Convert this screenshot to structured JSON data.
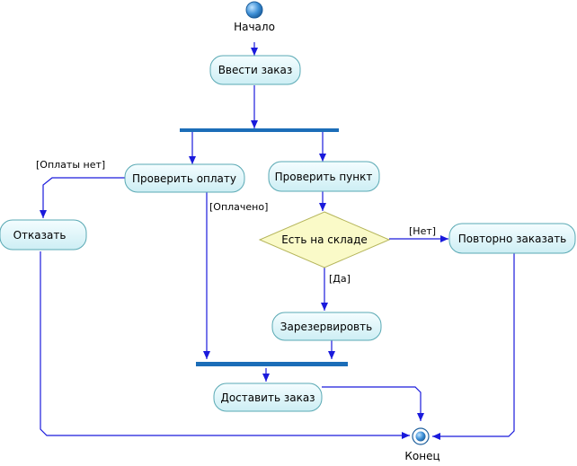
{
  "start_label": "Начало",
  "end_label": "Конец",
  "activities": {
    "enter_order": "Ввести заказ",
    "check_payment": "Проверить оплату",
    "check_item": "Проверить пункт",
    "reject": "Отказать",
    "reorder": "Повторно заказать",
    "reserve": "Зарезервировть",
    "deliver": "Доставить заказ"
  },
  "decision": {
    "in_stock": "Есть на складе"
  },
  "guards": {
    "no_payment": "[Оплаты нет]",
    "paid": "[Оплачено]",
    "no": "[Нет]",
    "yes": "[Да]"
  },
  "colors": {
    "flow": "#1a1adc",
    "activity_fill": "#dff6fa",
    "activity_border": "#5aa9b4",
    "bar": "#1b6db8",
    "decision_fill": "#fafac8",
    "decision_border": "#b5b55a"
  }
}
